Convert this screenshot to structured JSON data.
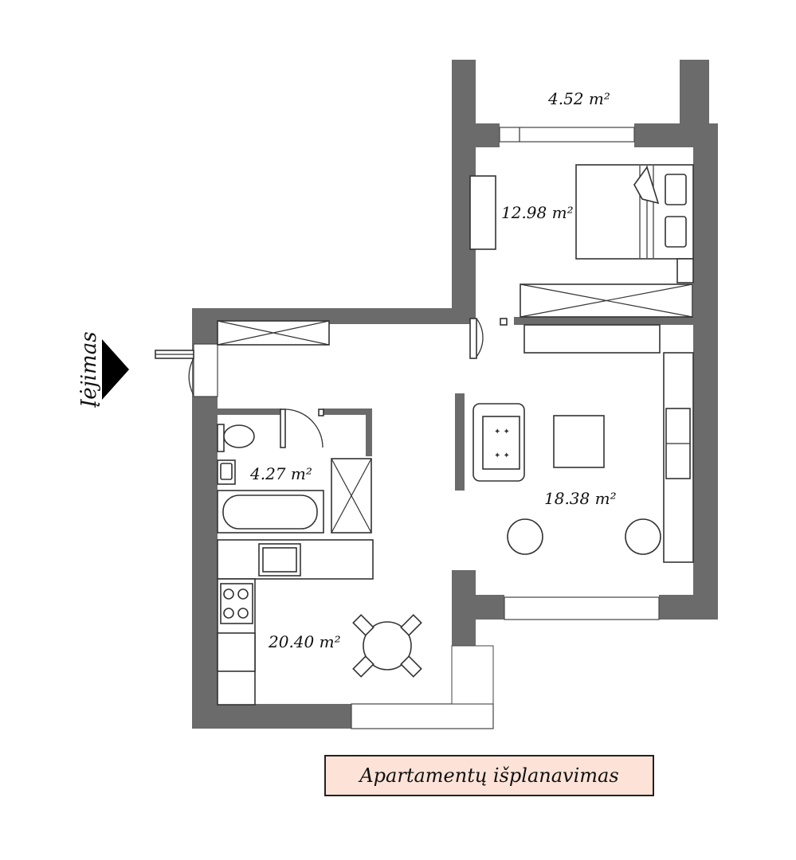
{
  "floor_plan": {
    "entrance_label": "Įėjimas",
    "rooms": [
      {
        "id": "balcony",
        "area": "4.52 m²"
      },
      {
        "id": "bedroom",
        "area": "12.98 m²"
      },
      {
        "id": "bathroom",
        "area": "4.27 m²"
      },
      {
        "id": "living-room",
        "area": "18.38 m²"
      },
      {
        "id": "kitchen",
        "area": "20.40 m²"
      }
    ],
    "wall_color": "#6b6b6b",
    "caption_background": "#fde3d7"
  },
  "caption": "Apartamentų išplanavimas"
}
